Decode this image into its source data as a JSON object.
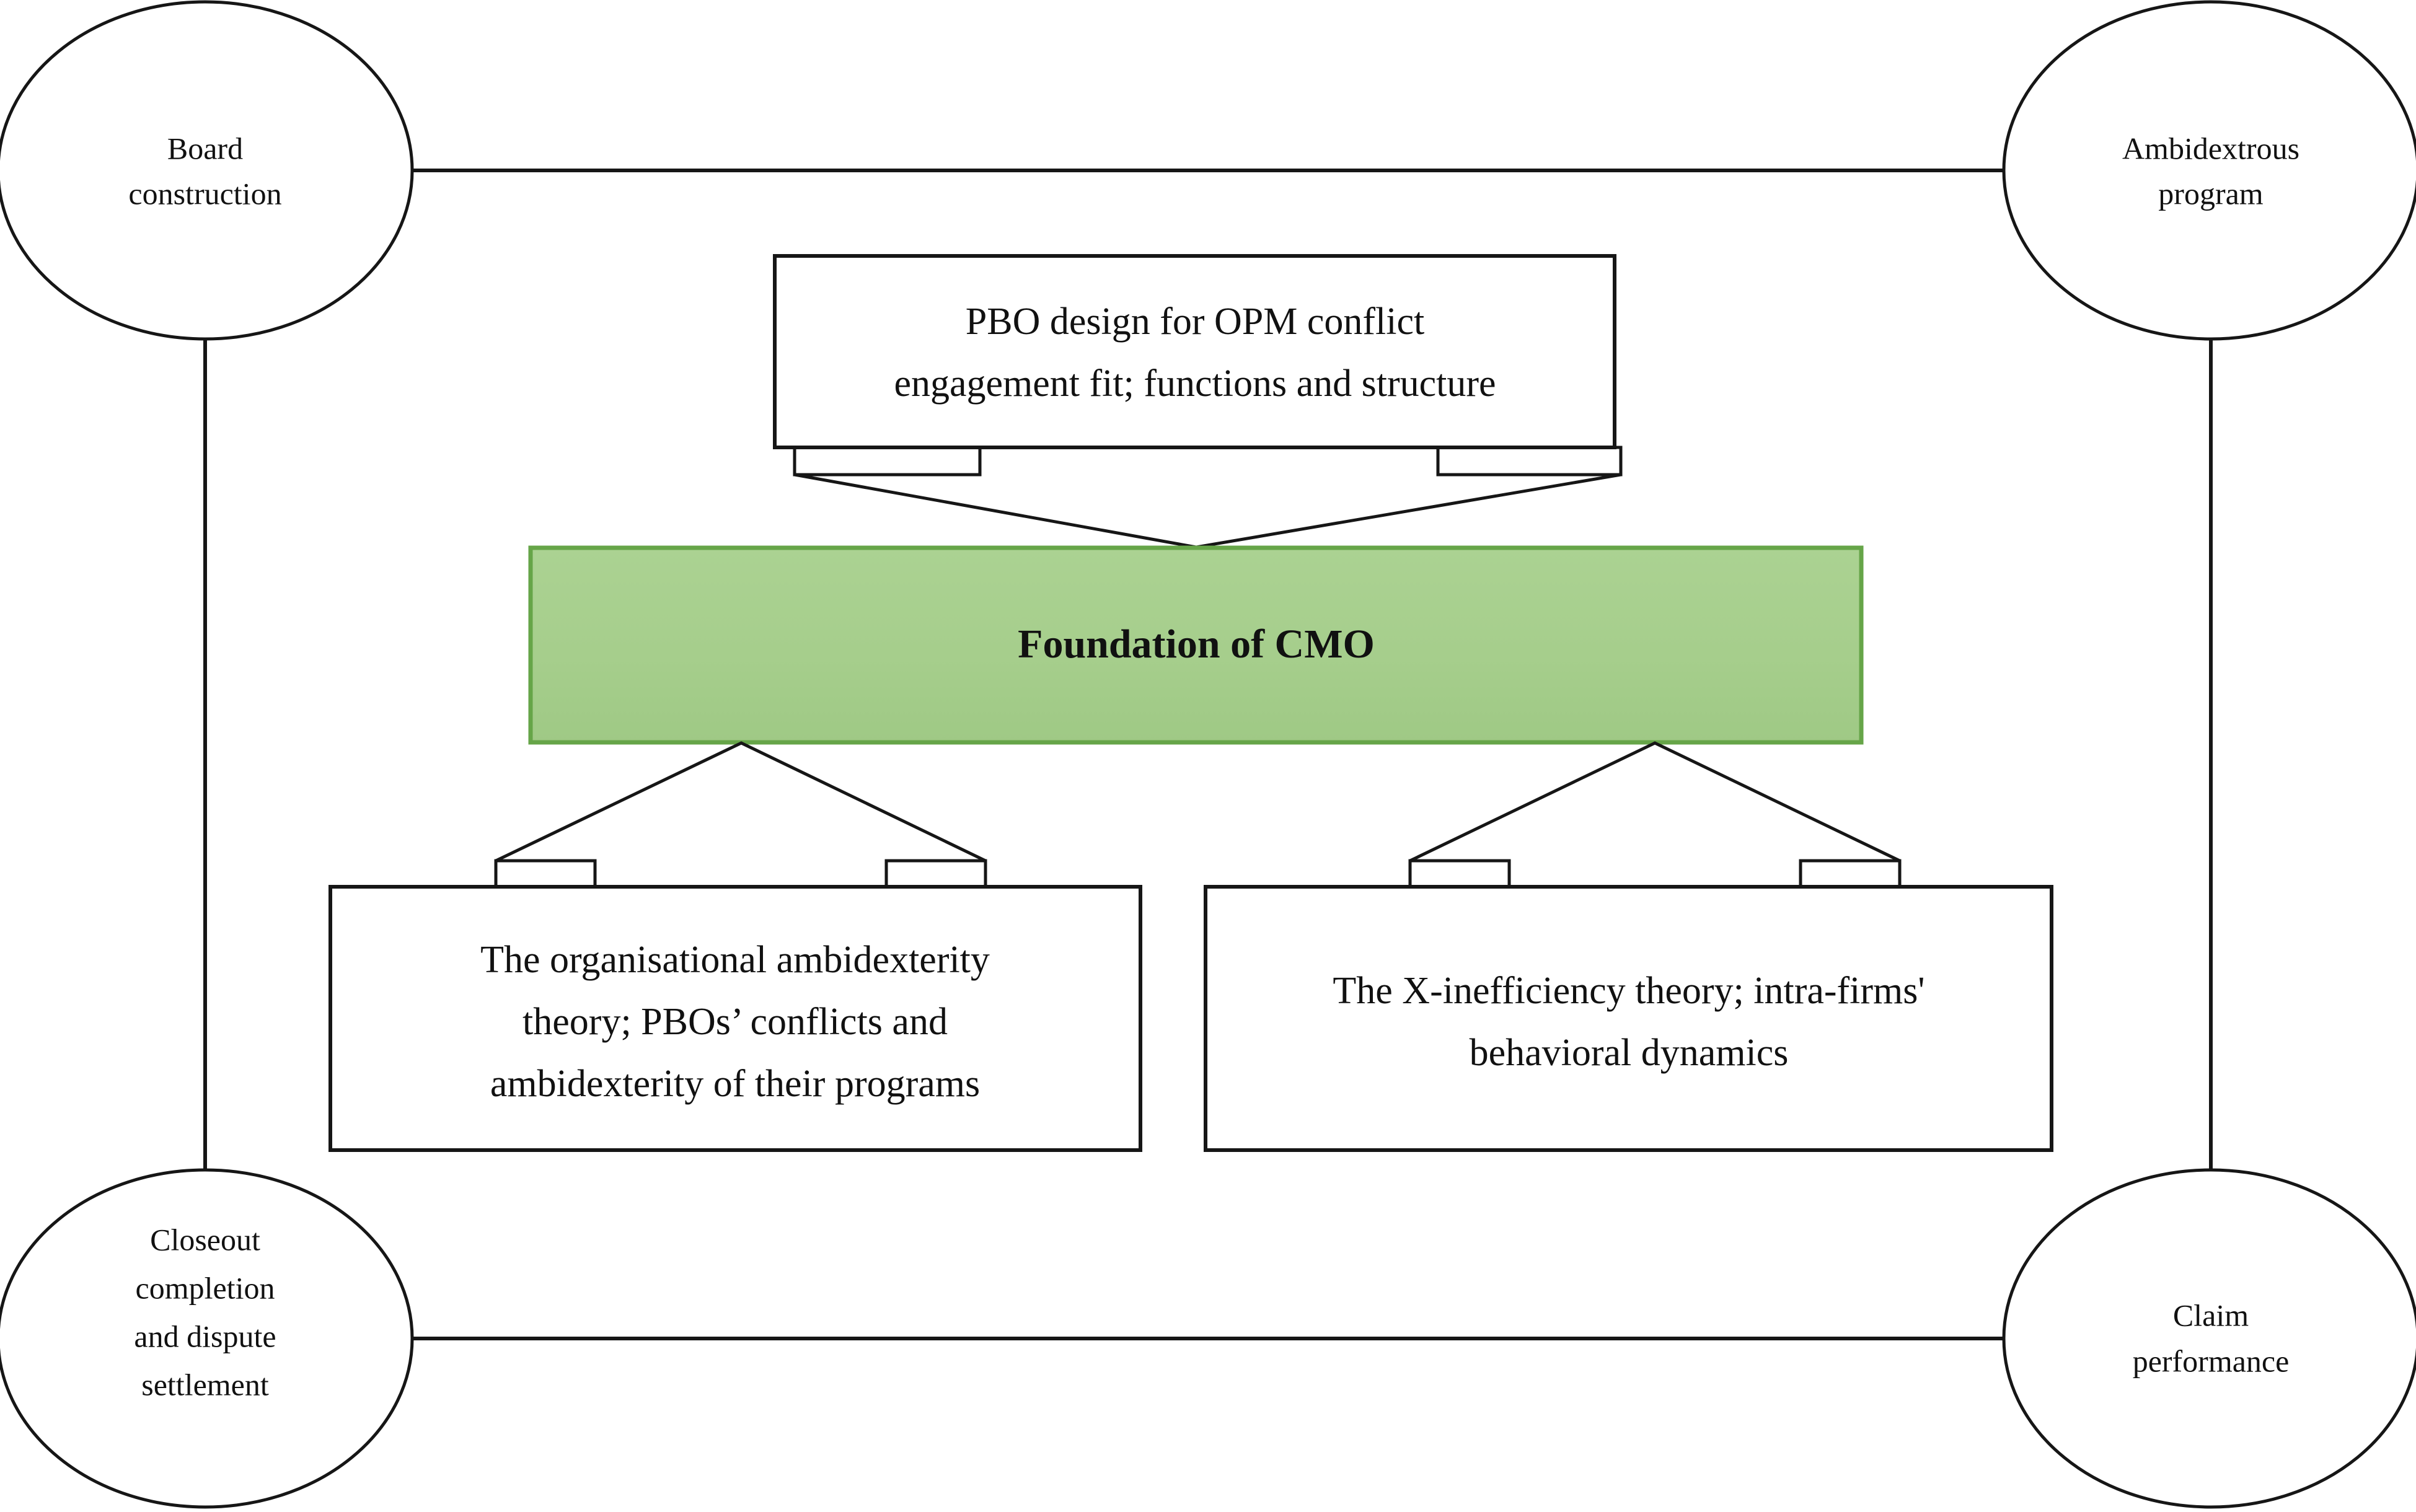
{
  "diagram": {
    "title": "Foundation of CMO conceptual framework",
    "colors": {
      "green_fill_top": "#A9D08E",
      "green_fill_bottom": "#A0CA86",
      "green_border": "#66A548",
      "line": "#161616",
      "box_fill": "#FFFFFF",
      "background": "#FFFFFF"
    },
    "nodes": {
      "ellipse_top_left": {
        "name": "board-construction",
        "lines": [
          "Board",
          "construction"
        ]
      },
      "ellipse_top_right": {
        "name": "ambidextrous-program",
        "lines": [
          "Ambidextrous",
          "program"
        ]
      },
      "ellipse_bottom_left": {
        "name": "closeout-completion-and-dispute-settlement",
        "lines": [
          "Closeout",
          "completion",
          "and dispute",
          "settlement"
        ]
      },
      "ellipse_bottom_right": {
        "name": "claim-performance",
        "lines": [
          "Claim",
          "performance"
        ]
      },
      "box_top": {
        "name": "pbo-design-box",
        "lines": [
          "PBO design for OPM conflict",
          "engagement fit; functions and structure"
        ]
      },
      "box_center_green": {
        "name": "foundation-of-cmo-box",
        "lines": [
          "Foundation of CMO"
        ]
      },
      "box_bottom_left": {
        "name": "organisational-ambidexterity-theory-box",
        "lines": [
          "The organisational ambidexterity",
          "theory; PBOs’ conflicts and",
          "ambidexterity of their programs"
        ]
      },
      "box_bottom_right": {
        "name": "x-inefficiency-theory-box",
        "lines": [
          "The X-inefficiency theory; intra-firms'",
          "behavioral dynamics"
        ]
      }
    },
    "connections": [
      {
        "from": "board-construction",
        "to": "ambidextrous-program",
        "style": "horizontal-line"
      },
      {
        "from": "board-construction",
        "to": "closeout-completion-and-dispute-settlement",
        "style": "vertical-line"
      },
      {
        "from": "ambidextrous-program",
        "to": "claim-performance",
        "style": "vertical-line"
      },
      {
        "from": "closeout-completion-and-dispute-settlement",
        "to": "claim-performance",
        "style": "horizontal-line"
      },
      {
        "from": "pbo-design-box",
        "to": "foundation-of-cmo-box",
        "style": "merge-chevron-down"
      },
      {
        "from": "organisational-ambidexterity-theory-box",
        "to": "foundation-of-cmo-box",
        "style": "merge-chevron-up"
      },
      {
        "from": "x-inefficiency-theory-box",
        "to": "foundation-of-cmo-box",
        "style": "merge-chevron-up"
      }
    ]
  }
}
